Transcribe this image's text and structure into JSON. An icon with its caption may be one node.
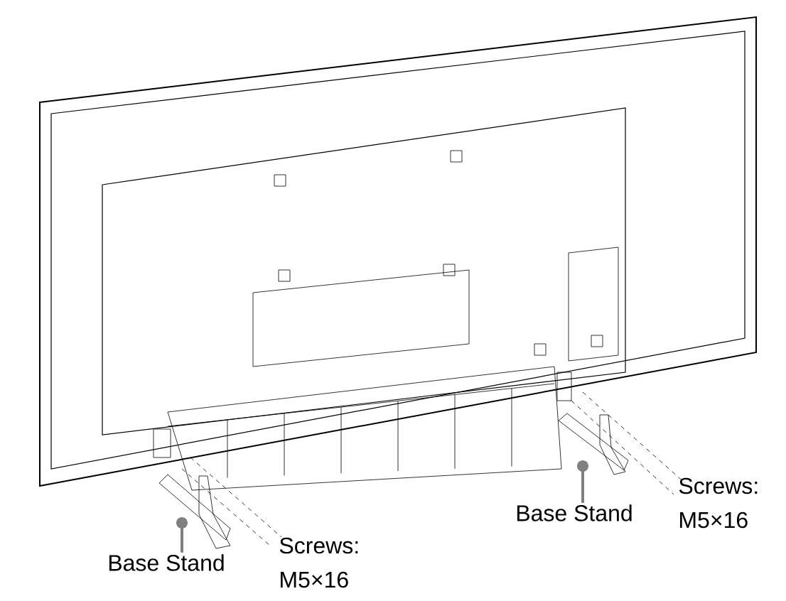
{
  "diagram": {
    "nodes": [
      {
        "text": [
          "Base Stand"
        ]
      },
      {
        "text": [
          "Screws: M5×16"
        ]
      },
      {
        "text": [
          "Base Stand"
        ]
      },
      {
        "text": [
          "Screws: M5×16"
        ]
      }
    ],
    "edges": [
      {
        "from": 0,
        "to": null,
        "arrow": "other",
        "color": "#808080"
      },
      {
        "from": 2,
        "to": null,
        "arrow": "other",
        "color": "#808080"
      }
    ]
  }
}
